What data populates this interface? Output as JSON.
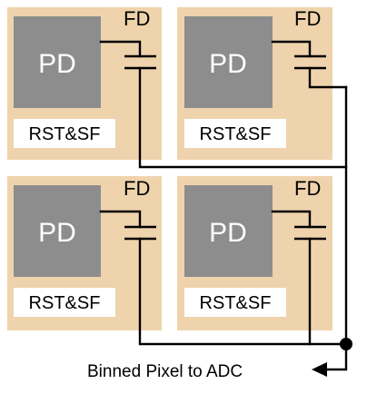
{
  "cells": [
    {
      "pd_label": "PD",
      "fd_label": "FD",
      "circuit_label": "RST&SF"
    },
    {
      "pd_label": "PD",
      "fd_label": "FD",
      "circuit_label": "RST&SF"
    },
    {
      "pd_label": "PD",
      "fd_label": "FD",
      "circuit_label": "RST&SF"
    },
    {
      "pd_label": "PD",
      "fd_label": "FD",
      "circuit_label": "RST&SF"
    }
  ],
  "output": {
    "label": "Binned Pixel to ADC"
  },
  "colors": {
    "cell_background": "#efd3ad",
    "photodiode": "#8d8d8d",
    "wire": "#000000"
  }
}
